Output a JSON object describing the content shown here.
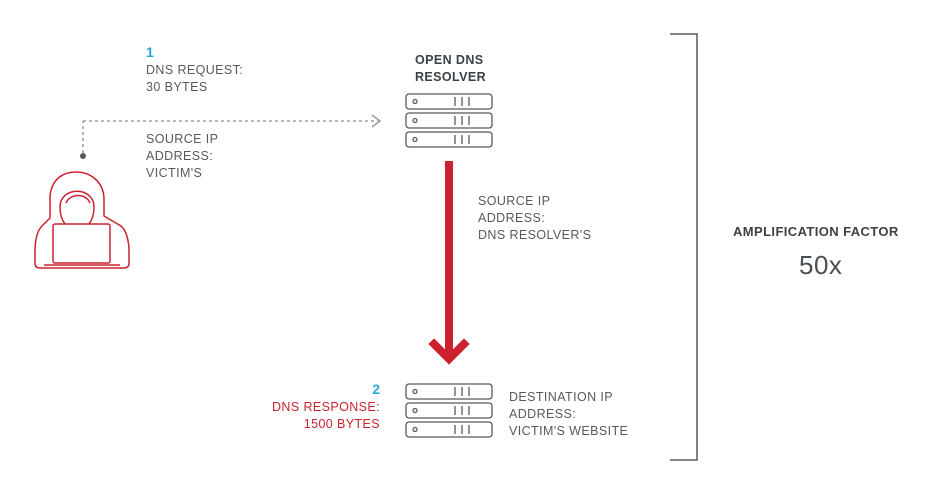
{
  "step1": {
    "number": "1",
    "request": "DNS REQUEST:\n30 BYTES",
    "source_ip": "SOURCE IP\nADDRESS:\nVICTIM'S"
  },
  "resolver": {
    "title": "OPEN DNS\nRESOLVER",
    "source_ip": "SOURCE IP\nADDRESS:\nDNS RESOLVER'S"
  },
  "step2": {
    "number": "2",
    "response": "DNS RESPONSE:\n1500 BYTES",
    "destination_ip": "DESTINATION IP\nADDRESS:\nVICTIM'S WEBSITE"
  },
  "amplification": {
    "label": "AMPLIFICATION FACTOR",
    "value": "50x"
  },
  "colors": {
    "accent_blue": "#2aa7dd",
    "accent_red": "#cc2230",
    "text_gray": "#555a5f",
    "line_gray": "#888c90"
  },
  "icons": [
    "attacker-hood-icon",
    "server-stack-icon",
    "server-stack-icon"
  ]
}
